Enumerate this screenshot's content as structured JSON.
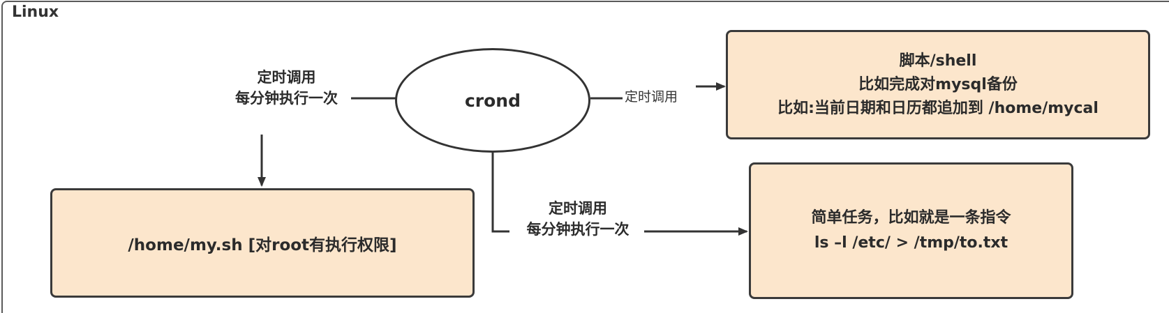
{
  "frame": {
    "title": "Linux"
  },
  "center": {
    "label": "crond"
  },
  "edges": {
    "left_label": [
      "定时调用",
      "每分钟执行一次"
    ],
    "top_right_label": "定时调用",
    "bottom_label": [
      "定时调用",
      "每分钟执行一次"
    ]
  },
  "boxes": {
    "script": {
      "lines": [
        "脚本/shell",
        "比如完成对mysql备份",
        "比如:当前日期和日历都追加到 /home/mycal"
      ]
    },
    "my_sh": {
      "lines": [
        "/home/my.sh [对root有执行权限]"
      ]
    },
    "simple_task": {
      "lines": [
        "简单任务，比如就是一条指令",
        "ls –l  /etc/ > /tmp/to.txt"
      ]
    }
  },
  "colors": {
    "box_fill": "#fce6cc",
    "stroke": "#333333"
  }
}
